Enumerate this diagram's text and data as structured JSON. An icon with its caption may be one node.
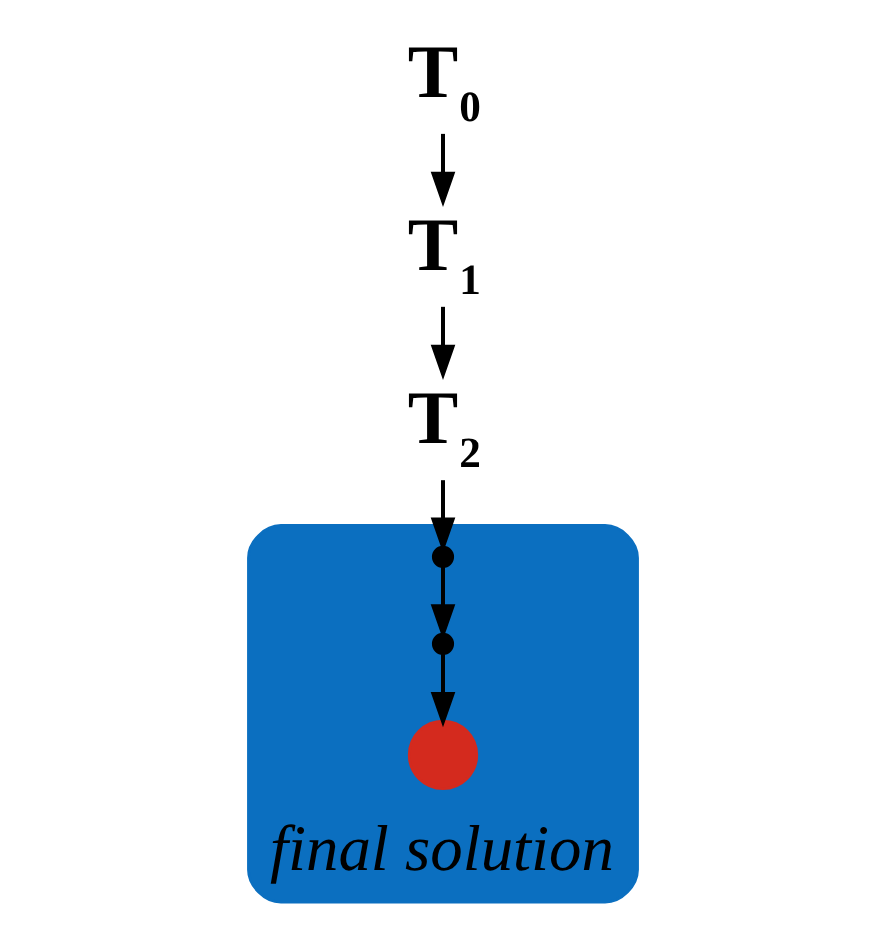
{
  "diagram": {
    "nodes": [
      {
        "text": [
          "T$_{0}$"
        ]
      },
      {
        "text": [
          "T$_{1}$"
        ]
      },
      {
        "text": [
          "T$_{2}$"
        ]
      },
      {
        "text": [],
        "shape": "ellipse",
        "beside": [
          "final solution"
        ]
      },
      {
        "text": [],
        "shape": "point",
        "in": 3
      },
      {
        "text": [],
        "shape": "point",
        "in": 3
      },
      {
        "text": [],
        "shape": "circle",
        "in": 3
      }
    ],
    "edges": [
      {
        "from": 0,
        "to": 1,
        "arrow": "to"
      },
      {
        "from": 1,
        "to": 2,
        "arrow": "to"
      },
      {
        "from": 2,
        "to": 4,
        "arrow": "to"
      },
      {
        "from": 4,
        "to": 5,
        "arrow": "to"
      },
      {
        "from": 5,
        "to": 6,
        "arrow": "to"
      }
    ]
  }
}
